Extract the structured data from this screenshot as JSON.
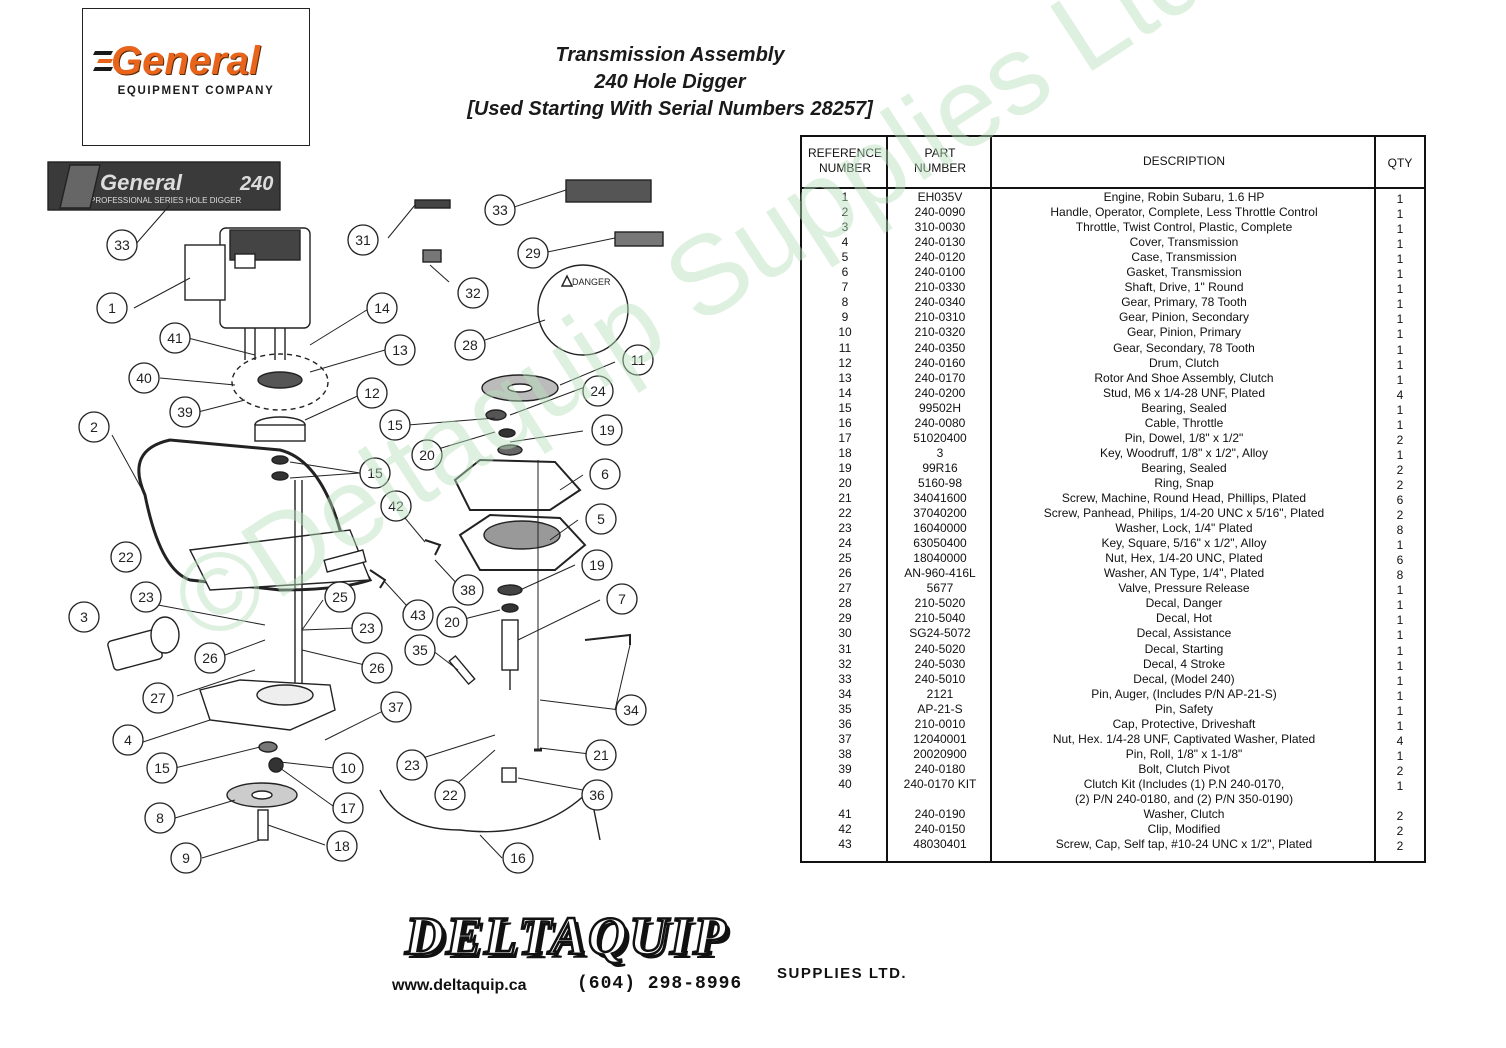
{
  "logo": {
    "brand": "General",
    "subtitle": "EQUIPMENT COMPANY"
  },
  "title": {
    "line1": "Transmission Assembly",
    "line2": "240 Hole Digger",
    "line3": "[Used Starting With Serial Numbers 28257]"
  },
  "diagram": {
    "banner_brand": "General",
    "banner_model": "240",
    "banner_series": "PROFESSIONAL SERIES HOLE DIGGER",
    "danger_label": "DANGER",
    "callouts": [
      "1",
      "2",
      "3",
      "4",
      "5",
      "6",
      "7",
      "8",
      "9",
      "10",
      "11",
      "12",
      "13",
      "14",
      "15",
      "16",
      "17",
      "18",
      "19",
      "20",
      "21",
      "22",
      "23",
      "24",
      "25",
      "26",
      "27",
      "28",
      "29",
      "31",
      "32",
      "33",
      "34",
      "35",
      "36",
      "37",
      "38",
      "39",
      "40",
      "41",
      "42",
      "43"
    ]
  },
  "table": {
    "headers": {
      "ref_line1": "REFERENCE",
      "ref_line2": "NUMBER",
      "part_line1": "PART",
      "part_line2": "NUMBER",
      "description": "DESCRIPTION",
      "qty": "QTY"
    },
    "rows": [
      {
        "ref": "1",
        "part": "EH035V",
        "desc": "Engine, Robin Subaru, 1.6 HP",
        "qty": "1"
      },
      {
        "ref": "2",
        "part": "240-0090",
        "desc": "Handle, Operator, Complete, Less Throttle Control",
        "qty": "1"
      },
      {
        "ref": "3",
        "part": "310-0030",
        "desc": "Throttle, Twist Control, Plastic, Complete",
        "qty": "1"
      },
      {
        "ref": "4",
        "part": "240-0130",
        "desc": "Cover, Transmission",
        "qty": "1"
      },
      {
        "ref": "5",
        "part": "240-0120",
        "desc": "Case, Transmission",
        "qty": "1"
      },
      {
        "ref": "6",
        "part": "240-0100",
        "desc": "Gasket, Transmission",
        "qty": "1"
      },
      {
        "ref": "7",
        "part": "210-0330",
        "desc": "Shaft, Drive, 1\" Round",
        "qty": "1"
      },
      {
        "ref": "8",
        "part": "240-0340",
        "desc": "Gear, Primary, 78 Tooth",
        "qty": "1"
      },
      {
        "ref": "9",
        "part": "210-0310",
        "desc": "Gear, Pinion, Secondary",
        "qty": "1"
      },
      {
        "ref": "10",
        "part": "210-0320",
        "desc": "Gear, Pinion, Primary",
        "qty": "1"
      },
      {
        "ref": "11",
        "part": "240-0350",
        "desc": "Gear, Secondary, 78 Tooth",
        "qty": "1"
      },
      {
        "ref": "12",
        "part": "240-0160",
        "desc": "Drum, Clutch",
        "qty": "1"
      },
      {
        "ref": "13",
        "part": "240-0170",
        "desc": "Rotor And Shoe Assembly, Clutch",
        "qty": "1"
      },
      {
        "ref": "14",
        "part": "240-0200",
        "desc": "Stud, M6 x 1/4-28 UNF, Plated",
        "qty": "4"
      },
      {
        "ref": "15",
        "part": "99502H",
        "desc": "Bearing, Sealed",
        "qty": "1"
      },
      {
        "ref": "16",
        "part": "240-0080",
        "desc": "Cable, Throttle",
        "qty": "1"
      },
      {
        "ref": "17",
        "part": "51020400",
        "desc": "Pin, Dowel, 1/8\" x 1/2\"",
        "qty": "2"
      },
      {
        "ref": "18",
        "part": "3",
        "desc": "Key, Woodruff, 1/8\" x 1/2\", Alloy",
        "qty": "1"
      },
      {
        "ref": "19",
        "part": "99R16",
        "desc": "Bearing, Sealed",
        "qty": "2"
      },
      {
        "ref": "20",
        "part": "5160-98",
        "desc": "Ring, Snap",
        "qty": "2"
      },
      {
        "ref": "21",
        "part": "34041600",
        "desc": "Screw, Machine, Round Head, Phillips, Plated",
        "qty": "6"
      },
      {
        "ref": "22",
        "part": "37040200",
        "desc": "Screw, Panhead, Philips, 1/4-20 UNC x 5/16\", Plated",
        "qty": "2"
      },
      {
        "ref": "23",
        "part": "16040000",
        "desc": "Washer, Lock, 1/4\" Plated",
        "qty": "8"
      },
      {
        "ref": "24",
        "part": "63050400",
        "desc": "Key, Square, 5/16\" x 1/2\", Alloy",
        "qty": "1"
      },
      {
        "ref": "25",
        "part": "18040000",
        "desc": "Nut, Hex, 1/4-20 UNC, Plated",
        "qty": "6"
      },
      {
        "ref": "26",
        "part": "AN-960-416L",
        "desc": "Washer, AN Type, 1/4\", Plated",
        "qty": "8"
      },
      {
        "ref": "27",
        "part": "5677",
        "desc": "Valve, Pressure Release",
        "qty": "1"
      },
      {
        "ref": "28",
        "part": "210-5020",
        "desc": "Decal, Danger",
        "qty": "1"
      },
      {
        "ref": "29",
        "part": "210-5040",
        "desc": "Decal, Hot",
        "qty": "1"
      },
      {
        "ref": "30",
        "part": "SG24-5072",
        "desc": "Decal, Assistance",
        "qty": "1"
      },
      {
        "ref": "31",
        "part": "240-5020",
        "desc": "Decal, Starting",
        "qty": "1"
      },
      {
        "ref": "32",
        "part": "240-5030",
        "desc": "Decal, 4 Stroke",
        "qty": "1"
      },
      {
        "ref": "33",
        "part": "240-5010",
        "desc": "Decal, (Model 240)",
        "qty": "1"
      },
      {
        "ref": "34",
        "part": "2121",
        "desc": "Pin, Auger, (Includes P/N AP-21-S)",
        "qty": "1"
      },
      {
        "ref": "35",
        "part": "AP-21-S",
        "desc": "Pin, Safety",
        "qty": "1"
      },
      {
        "ref": "36",
        "part": "210-0010",
        "desc": "Cap, Protective, Driveshaft",
        "qty": "1"
      },
      {
        "ref": "37",
        "part": "12040001",
        "desc": "Nut, Hex. 1/4-28 UNF, Captivated Washer, Plated",
        "qty": "4"
      },
      {
        "ref": "38",
        "part": "20020900",
        "desc": "Pin, Roll, 1/8\" x 1-1/8\"",
        "qty": "1"
      },
      {
        "ref": "39",
        "part": "240-0180",
        "desc": "Bolt, Clutch Pivot",
        "qty": "2"
      },
      {
        "ref": "40",
        "part": "240-0170 KIT",
        "desc": "Clutch Kit  (Includes (1) P.N 240-0170,",
        "qty": "1"
      },
      {
        "ref": "",
        "part": "",
        "desc": "(2) P/N 240-0180, and (2) P/N 350-0190)",
        "qty": ""
      },
      {
        "ref": "41",
        "part": "240-0190",
        "desc": "Washer, Clutch",
        "qty": "2"
      },
      {
        "ref": "42",
        "part": "240-0150",
        "desc": "Clip, Modified",
        "qty": "2"
      },
      {
        "ref": "43",
        "part": "48030401",
        "desc": "Screw, Cap, Self tap, #10-24 UNC x 1/2\", Plated",
        "qty": "2"
      }
    ]
  },
  "footer": {
    "brand": "DELTAQUIP",
    "brand_sub": "SUPPLIES LTD.",
    "website": "www.deltaquip.ca",
    "phone": "(604) 298-8996"
  },
  "watermark": "©Deltaquip Supplies Ltd.",
  "colors": {
    "logo_orange": "#e8641b",
    "watermark_green": "#b8e0bc",
    "ink": "#111111"
  }
}
